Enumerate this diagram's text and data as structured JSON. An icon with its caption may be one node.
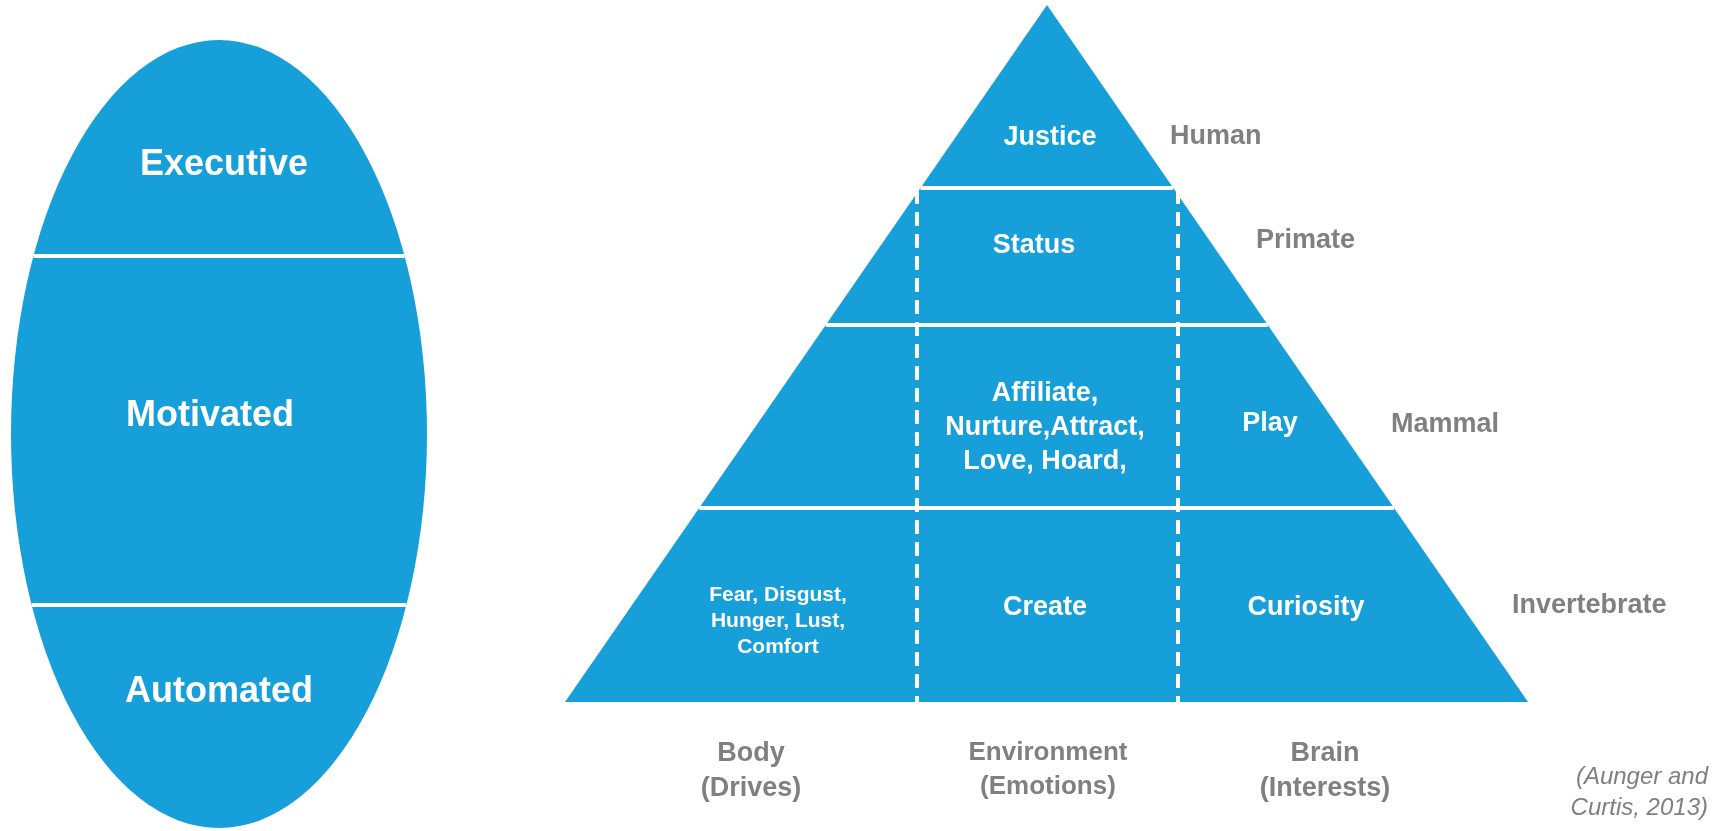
{
  "diagram": {
    "nodes": [
      {
        "text": [
          "Executive"
        ]
      },
      {
        "text": [
          "Motivated"
        ]
      },
      {
        "text": [
          "Automated"
        ]
      },
      {
        "text": [
          "Justice"
        ]
      },
      {
        "text": [
          "Status"
        ]
      },
      {
        "text": [
          "Affiliate, Nurture,Attract, Love, Hoard,"
        ]
      },
      {
        "text": [
          "Play"
        ]
      },
      {
        "text": [
          "Fear, Disgust, Hunger, Lust, Comfort"
        ]
      },
      {
        "text": [
          "Create"
        ]
      },
      {
        "text": [
          "Curiosity"
        ]
      }
    ],
    "edges": [],
    "labels": [
      "Human",
      "Primate",
      "Mammal",
      "Invertebrate",
      "Body (Drives)",
      "Environment (Emotions)",
      "Brain (Interests)",
      "(Aunger and Curtis, 2013)"
    ]
  }
}
